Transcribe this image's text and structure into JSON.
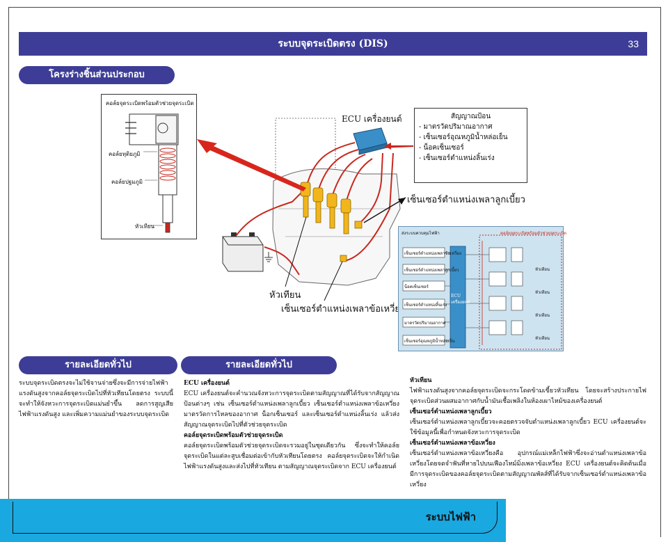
{
  "header": {
    "title": "ระบบจุดระเบิดตรง (DIS)",
    "page_number": "33"
  },
  "section_structure": {
    "title": "โครงร่างชิ้นส่วนประกอบ"
  },
  "coil_diagram": {
    "title": "คอล์ยจุดระเบิดพร้อมตัวช่วยจุดระเบิด",
    "secondary_coil": "คอล์ยทุติยภูมิ",
    "primary_coil": "คอล์ยปฐมภูมิ",
    "spark_plug": "หัวเทียน"
  },
  "engine_diagram": {
    "ecu_label": "ECU เครื่องยนต์",
    "cam_sensor_label": "เซ็นเซอร์ตำแหน่งเพลาลูกเบี้ยว",
    "spark_plug_label": "หัวเทียน",
    "crank_sensor_label": "เซ็นเซอร์ตำแหน่งเพลาข้อเหวี่ยง"
  },
  "input_signals": {
    "title": "สัญญาณป้อน",
    "items": [
      "- มาตรวัดปริมาณอากาศ",
      "- เซ็นเซอร์อุณหภูมิน้ำหล่อเย็น",
      "- น็อคเซ็นเซอร์",
      "- เซ็นเซอร์ตำแหน่งลิ้นเร่ง"
    ]
  },
  "circuit": {
    "left_title": "ส่งระบบควบคุมไฟฟ้า",
    "right_title": "คอล์ยจุดระเบิดพร้อมตัวช่วยจุดระเบิด",
    "inputs": [
      "เซ็นเซอร์ตำแหน่งเพลาข้อเหวี่ยง",
      "เซ็นเซอร์ตำแหน่งเพลาลูกเบี้ยว",
      "น็อคเซ็นเซอร์",
      "เซ็นเซอร์ตำแหน่งลิ้นเร่ง",
      "มาตรวัดปริมาณอากาศ",
      "เซ็นเซอร์อุณหภูมิน้ำหล่อเย็น"
    ],
    "ecu_label": "ECU เครื่องยนต์",
    "plug_labels": [
      "หัวเทียน",
      "หัวเทียน",
      "หัวเทียน",
      "หัวเทียน"
    ]
  },
  "section_general_1": {
    "title": "รายละเอียดทั่วไป",
    "paragraph": "ระบบจุดระเบิดตรงจะไม่ใช้จานจ่ายซึ่งจะมีการจ่ายไฟฟ้าแรงดันสูงจากคอล์ยจุดระเบิดไปที่หัวเทียนโดยตรง ระบบนี้จะทำให้จังหวะการจุดระเบิดแม่นยำขึ้น ลดการสูญเสียไฟฟ้าแรงดันสูง และเพิ่มความแม่นยำของระบบจุดระเบิด"
  },
  "section_general_2": {
    "title": "รายละเอียดทั่วไป",
    "ecu_heading": "ECU เครื่องยนต์",
    "ecu_text": "ECU เครื่องยนต์จะคำนวณจังหวะการจุดระเบิดตามสัญญาณที่ได้รับจากสัญญาณป้อนต่างๆ เช่น เซ็นเซอร์ตำแหน่งเพลาลูกเบี้ยว เซ็นเซอร์ตำแหน่งเพลาข้อเหวี่ยงมาตรวัดการไหลของอากาศ น็อกเซ็นเซอร์ และเซ็นเซอร์ตำแหน่งลิ้นเร่ง แล้วส่งสัญญาณจุดระเบิดไปที่ตัวช่วยจุดระเบิด",
    "coil_heading": "คอล์ยจุดระเบิดพร้อมตัวช่วยจุดระเบิด",
    "coil_text": "คอล์ยจุดระเบิดพร้อมตัวช่วยจุดระเบิดจะรวมอยู่ในชุดเดียวกัน ซึ่งจะทำให้คอล์ยจุดระเบิดในแต่ละสูบเชื่อมต่อเข้ากับหัวเทียนโดยตรง คอล์ยจุดระเบิดจะให้กำเนิดไฟฟ้าแรงดันสูงและส่งไปที่หัวเทียน ตามสัญญาณจุดระเบิดจาก ECU เครื่องยนต์"
  },
  "section_general_3": {
    "plug_heading": "หัวเทียน",
    "plug_text": "ไฟฟ้าแรงดันสูงจากคอล์ยจุดระเบิดจะกระโดดข้ามเขี้ยวหัวเทียน โดยจะสร้างประกายไฟจุดระเบิดส่วนผสมอากาศกับน้ำมันเชื้อเพลิงในห้องเผาไหม้ของเครื่องยนต์",
    "cam_heading": "เซ็นเซอร์ตำแหน่งเพลาลูกเบี้ยว",
    "cam_text": "เซ็นเซอร์ตำแหน่งเพลาลูกเบี้ยวจะคอยตรวจจับตำแหน่งเพลาลูกเบี้ยว ECU เครื่องยนต์จะใช้ข้อมูลนี้เพื่อกำหนดจังหวะการจุดระเบิด",
    "crank_heading": "เซ็นเซอร์ตำแหน่งเพลาข้อเหวี่ยง",
    "crank_text": "เซ็นเซอร์ตำแหน่งเพลาข้อเหวี่ยงคือ อุปกรณ์แม่เหล็กไฟฟ้าซึ่งจะอ่านตำแหน่งเพลาข้อเหวี่ยงโดยจดจำฟันที่หายไปบนเฟืองไทม์มิ่งเพลาข้อเหวี่ยง ECU เครื่องยนต์จะคิดต้นเมื่อมีการจุดระเบิดของคอล์ยจุดระเบิดตามสัญญาณพัลส์ที่ได้รับจากเซ็นเซอร์ตำแหน่งเพลาข้อเหวี่ยง"
  },
  "footer": {
    "label": "ระบบไฟฟ้า"
  },
  "colors": {
    "header_bg": "#3d3d97",
    "footer_bg": "#1aa8e0",
    "wire_red": "#c8281e",
    "ecu_blue": "#3a8fc8",
    "coil_yellow": "#f2b51c"
  }
}
